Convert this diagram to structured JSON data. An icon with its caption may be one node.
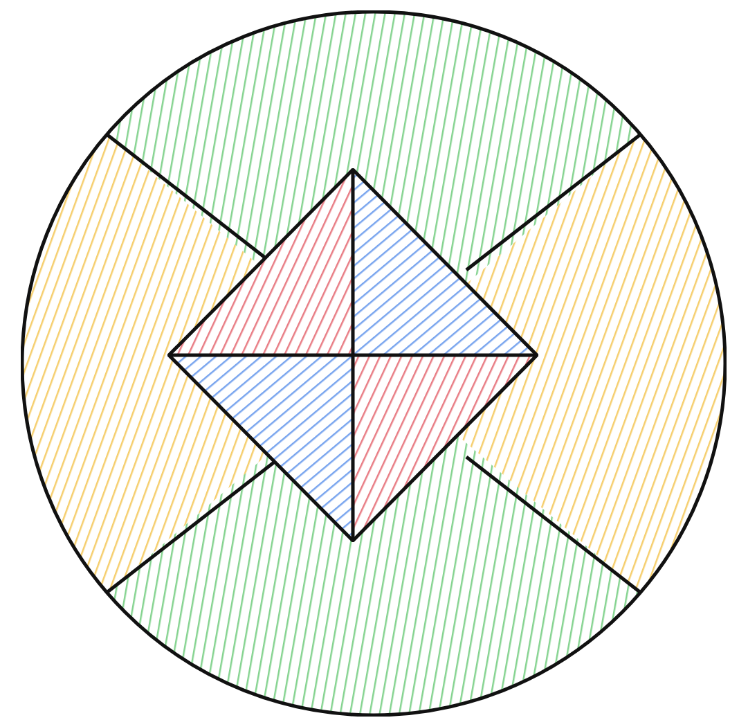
{
  "diagram": {
    "nodes": [
      {
        "text": [],
        "shape": "circle"
      },
      {
        "text": [],
        "shape": "diamond",
        "in": 0
      }
    ]
  }
}
